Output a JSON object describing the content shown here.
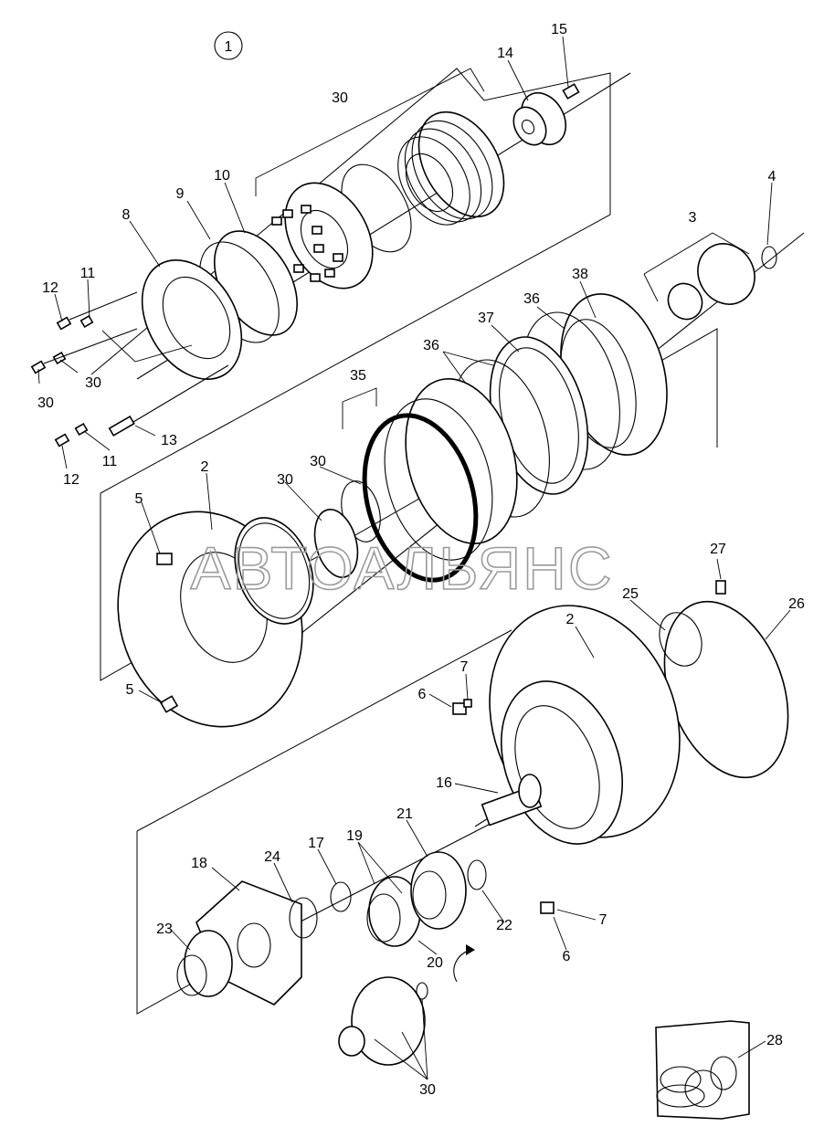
{
  "figure_number": "1",
  "watermark": "АВТОАЛЬЯНС",
  "callouts": {
    "c15": "15",
    "c14": "14",
    "c30_top": "30",
    "c4": "4",
    "c3": "3",
    "c10": "10",
    "c9": "9",
    "c8": "8",
    "c11_a": "11",
    "c12_a": "12",
    "c30_l1": "30",
    "c30_l2": "30",
    "c13": "13",
    "c12_b": "12",
    "c11_b": "11",
    "c38": "38",
    "c36_a": "36",
    "c37": "37",
    "c36_b": "36",
    "c35": "35",
    "c2_a": "2",
    "c5_a": "5",
    "c30_m1": "30",
    "c30_m2": "30",
    "c5_b": "5",
    "c27": "27",
    "c25": "25",
    "c26": "26",
    "c2_b": "2",
    "c7_a": "7",
    "c6_a": "6",
    "c16": "16",
    "c18": "18",
    "c24": "24",
    "c17": "17",
    "c19": "19",
    "c21": "21",
    "c22": "22",
    "c23": "23",
    "c20": "20",
    "c7_b": "7",
    "c6_b": "6",
    "c28": "28",
    "c30_b": "30"
  }
}
